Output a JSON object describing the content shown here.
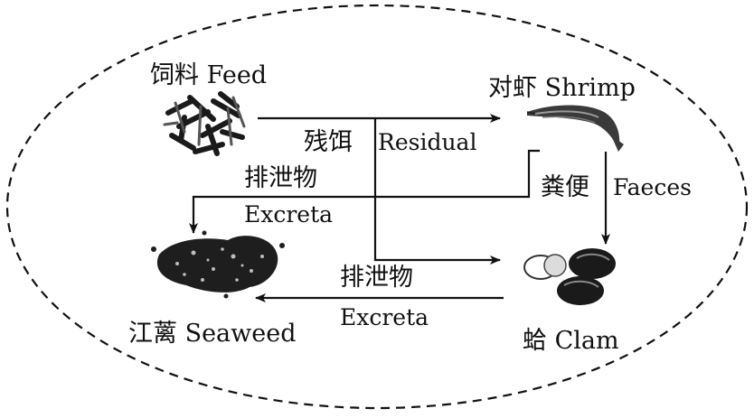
{
  "nodes": {
    "feed": {
      "label": "饲料 Feed",
      "icon": "feed-pellets-icon"
    },
    "shrimp": {
      "label": "对虾 Shrimp",
      "icon": "shrimp-icon"
    },
    "seaweed": {
      "label": "江蓠 Seaweed",
      "icon": "seaweed-icon"
    },
    "clam": {
      "label": "蛤 Clam",
      "icon": "clam-icon"
    }
  },
  "edges": {
    "feed_to_shrimp": {
      "label": ""
    },
    "feed_to_clam": {
      "label_cn": "残饵",
      "label_en": "Residual"
    },
    "shrimp_to_seaweed": {
      "label_cn": "排泄物",
      "label_en": "Excreta"
    },
    "shrimp_to_clam": {
      "label_cn": "粪便",
      "label_en": "Faeces"
    },
    "clam_to_seaweed": {
      "label_cn": "排泄物",
      "label_en": "Excreta"
    }
  },
  "colors": {
    "ink": "#111111",
    "background": "#ffffff"
  }
}
